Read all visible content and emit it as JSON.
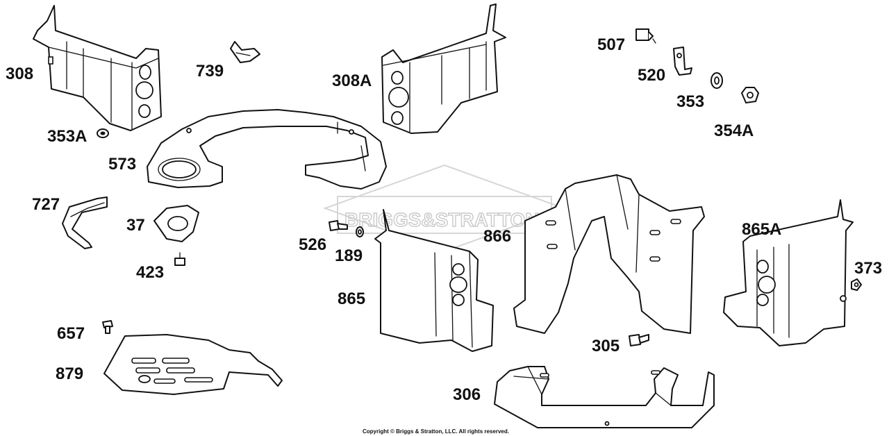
{
  "watermark": {
    "text": "BRIGGS&STRATTON"
  },
  "copyright": "Copyright © Briggs & Stratton, LLC. All rights reserved.",
  "callouts": {
    "c308": "308",
    "c739": "739",
    "c308A": "308A",
    "c507": "507",
    "c520": "520",
    "c353": "353",
    "c354A": "354A",
    "c353A": "353A",
    "c573": "573",
    "c727": "727",
    "c37": "37",
    "c423": "423",
    "c526": "526",
    "c189": "189",
    "c866": "866",
    "c865A": "865A",
    "c373": "373",
    "c865": "865",
    "c657": "657",
    "c879": "879",
    "c305": "305",
    "c306": "306"
  }
}
